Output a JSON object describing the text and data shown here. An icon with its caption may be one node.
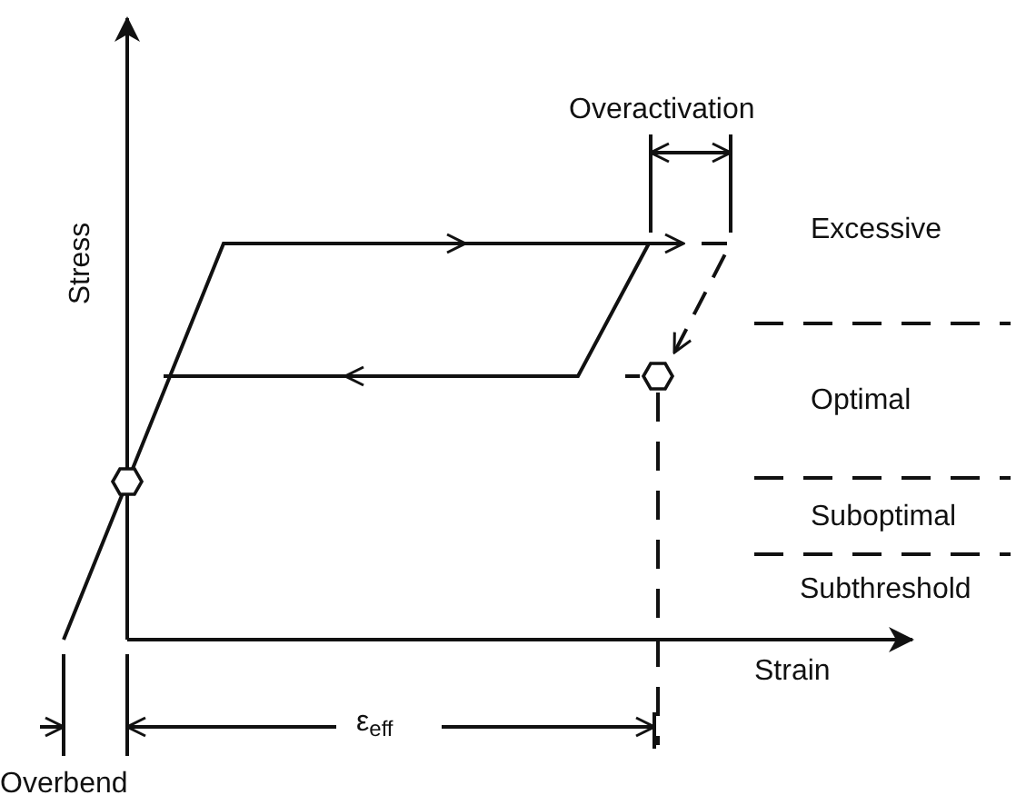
{
  "diagram": {
    "labels": [
      "Overactivation",
      "Excessive",
      "Stress",
      "Optimal",
      "Suboptimal",
      "Subthreshold",
      "Strain",
      "ε$_{eff}$",
      "Overbend"
    ]
  }
}
